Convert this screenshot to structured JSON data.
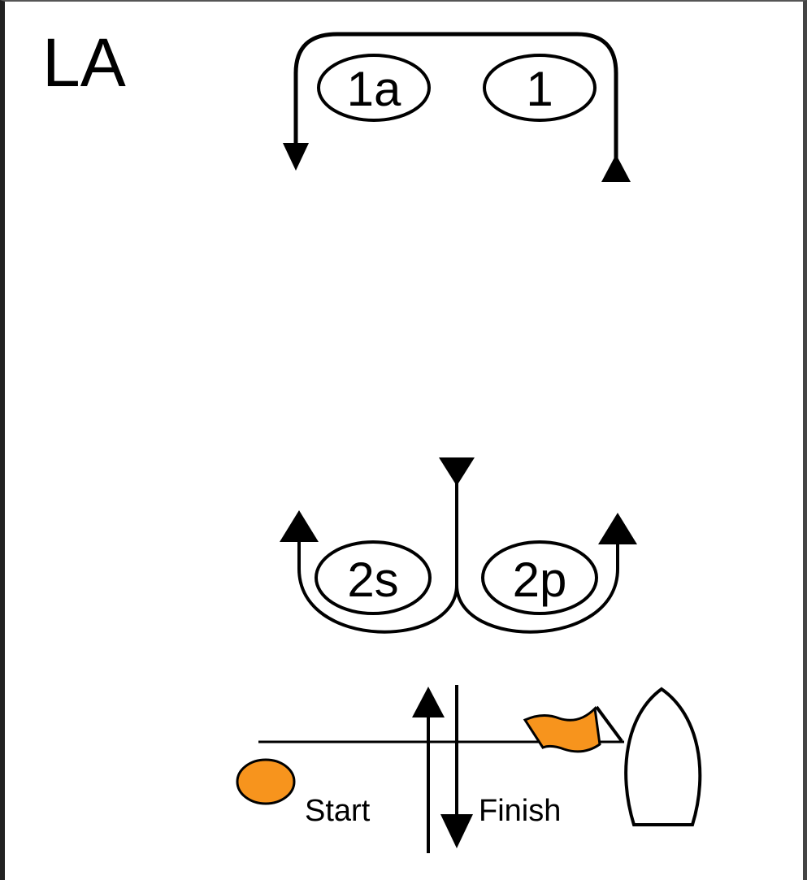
{
  "course": {
    "code": "LA",
    "marks": {
      "m1a": "1a",
      "m1": "1",
      "m2s": "2s",
      "m2p": "2p"
    },
    "start_label": "Start",
    "finish_label": "Finish"
  },
  "colors": {
    "line": "#000000",
    "flag": "#f7941d",
    "start_buoy": "#f7941d",
    "background": "#ffffff"
  },
  "icons": [
    "arrow-icon",
    "flag-icon",
    "buoy-icon",
    "committee-boat-icon"
  ]
}
